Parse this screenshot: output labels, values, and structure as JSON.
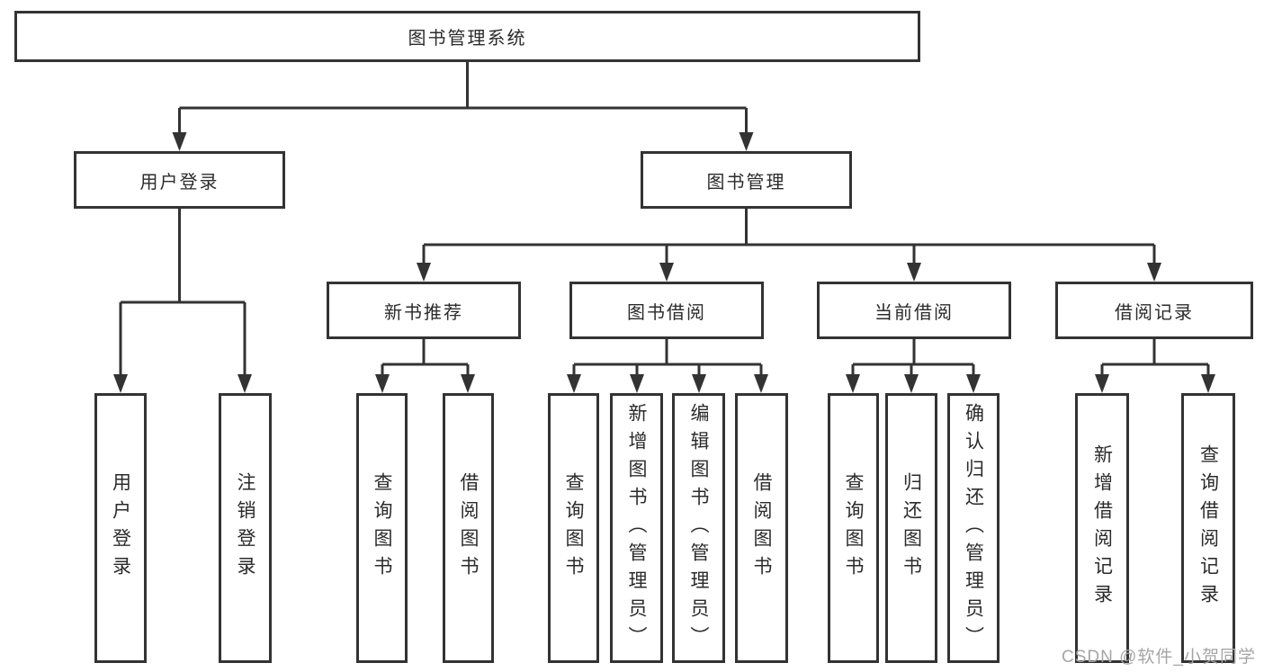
{
  "colors": {
    "line": "#333333",
    "box_border": "#333333",
    "text": "#2b2b2b",
    "background": "#ffffff",
    "watermark": "#a5a5a5"
  },
  "watermark": "CSDN @软件_小贺同学",
  "tree": {
    "root": {
      "label": "图书管理系统"
    },
    "branches": [
      {
        "label": "用户登录",
        "children": [
          {
            "label": "用户登录"
          },
          {
            "label": "注销登录"
          }
        ]
      },
      {
        "label": "图书管理",
        "children": [
          {
            "label": "新书推荐",
            "children": [
              {
                "label": "查询图书"
              },
              {
                "label": "借阅图书"
              }
            ]
          },
          {
            "label": "图书借阅",
            "children": [
              {
                "label": "查询图书"
              },
              {
                "label": "新增图书（管理员）"
              },
              {
                "label": "编辑图书（管理员）"
              },
              {
                "label": "借阅图书"
              }
            ]
          },
          {
            "label": "当前借阅",
            "children": [
              {
                "label": "查询图书"
              },
              {
                "label": "归还图书"
              },
              {
                "label": "确认归还（管理员）"
              }
            ]
          },
          {
            "label": "借阅记录",
            "children": [
              {
                "label": "新增借阅记录"
              },
              {
                "label": "查询借阅记录"
              }
            ]
          }
        ]
      }
    ]
  }
}
